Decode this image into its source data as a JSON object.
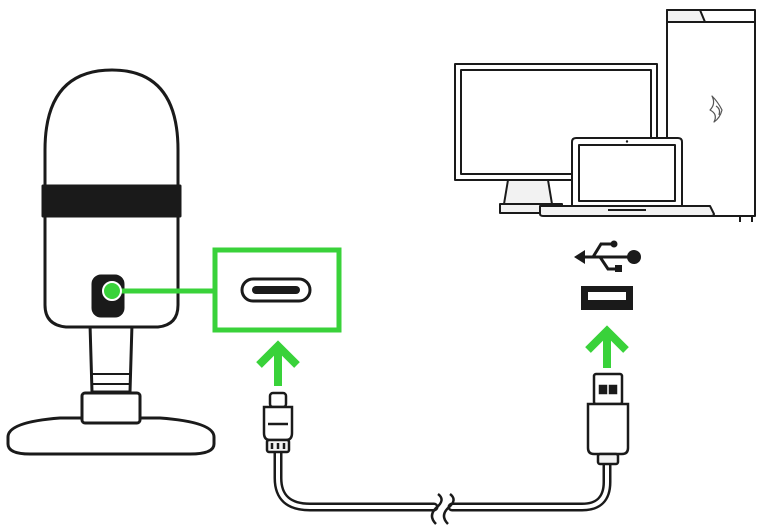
{
  "diagram": {
    "colors": {
      "accent": "#39d23a",
      "outline": "#1a1a1a",
      "fill_light": "#ffffff",
      "fill_shade": "#f2f2f2",
      "fill_dark": "#1a1a1a"
    },
    "parts": {
      "microphone": "microphone",
      "port_callout": "usb-c-port",
      "cable": "usb-c-to-usb-a-cable",
      "host_devices": [
        "monitor",
        "pc-tower",
        "laptop"
      ],
      "host_port": "usb-a-port",
      "usb_symbol": "usb-icon",
      "brand_mark": "razer-logo"
    },
    "arrows": [
      "up",
      "up"
    ]
  }
}
